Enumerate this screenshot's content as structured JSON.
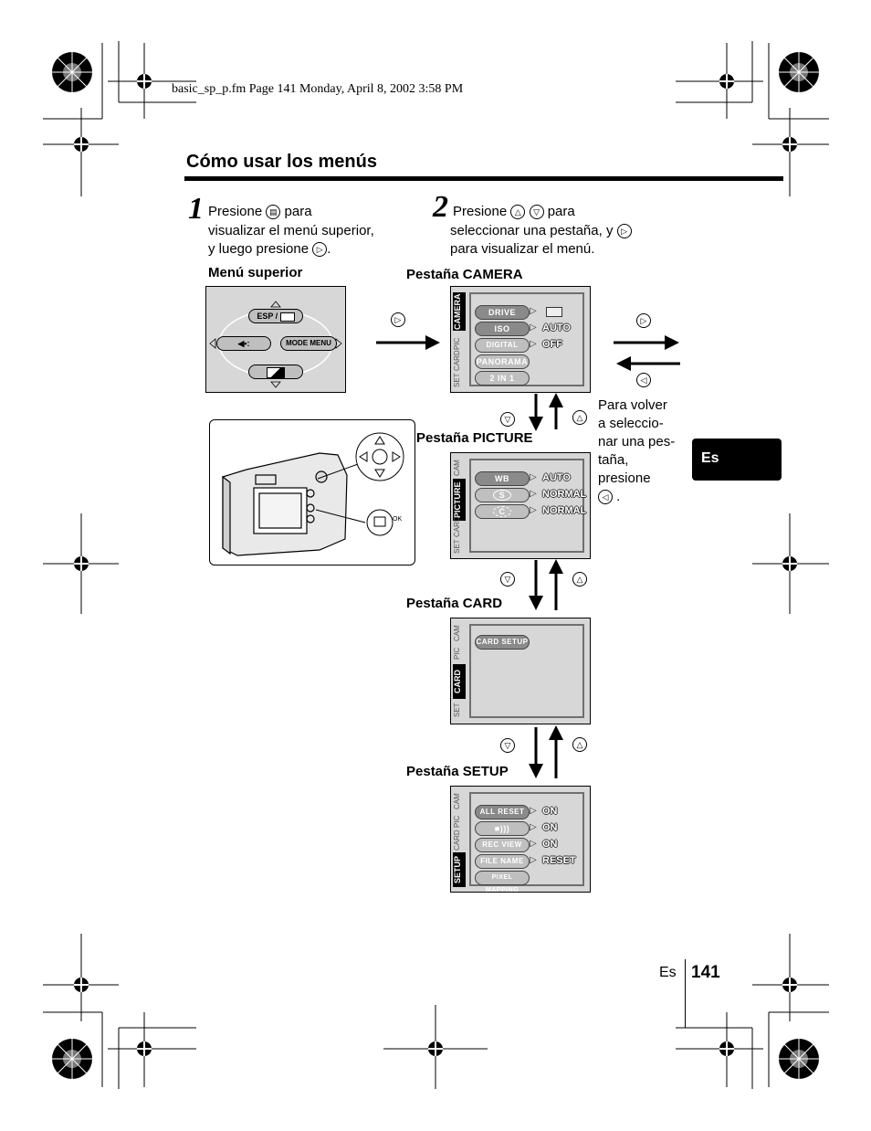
{
  "header": {
    "file_info": "basic_sp_p.fm  Page 141  Monday, April 8, 2002  3:58 PM"
  },
  "section_title": "Cómo usar los menús",
  "step1": {
    "number": "1",
    "line1_a": "Presione",
    "line1_b": "para",
    "line2": "visualizar el menú superior,",
    "line3": "y luego presione",
    "line3_end": "."
  },
  "step2": {
    "number": "2",
    "line1_a": "Presione",
    "line1_b": "para",
    "line2": "seleccionar una pestaña, y",
    "line3": "para visualizar el menú."
  },
  "top_menu": {
    "label": "Menú superior",
    "esp": "ESP /",
    "mode_menu": "MODE MENU",
    "left_item": "◀▪:"
  },
  "camera_tab": {
    "label": "Pestaña CAMERA",
    "tab_label": "CAMERA",
    "rows": [
      {
        "name": "DRIVE",
        "value": ""
      },
      {
        "name": "ISO",
        "value": "AUTO"
      },
      {
        "name": "DIGITAL ZOOM",
        "value": "OFF"
      },
      {
        "name": "PANORAMA",
        "value": ""
      },
      {
        "name": "2  IN  1",
        "value": ""
      }
    ]
  },
  "picture_tab": {
    "label": "Pestaña PICTURE",
    "tab_label": "PICTURE",
    "rows": [
      {
        "name": "WB",
        "value": "AUTO"
      },
      {
        "name": "S",
        "value": "NORMAL"
      },
      {
        "name": "C",
        "value": "NORMAL"
      }
    ]
  },
  "card_tab": {
    "label": "Pestaña CARD",
    "tab_label": "CARD",
    "rows": [
      {
        "name": "CARD SETUP",
        "value": ""
      }
    ]
  },
  "setup_tab": {
    "label": "Pestaña SETUP",
    "tab_label": "SETUP",
    "rows": [
      {
        "name": "ALL  RESET",
        "value": "ON"
      },
      {
        "name": "■)))",
        "value": "ON"
      },
      {
        "name": "REC  VIEW",
        "value": "ON"
      },
      {
        "name": "FILE  NAME",
        "value": "RESET"
      },
      {
        "name": "PIXEL MAPPING",
        "value": ""
      }
    ]
  },
  "side_tabs_small": {
    "cam": "CAM",
    "pic": "PIC",
    "card": "CARD",
    "set": "SET"
  },
  "return_note": {
    "lines": [
      "Para volver",
      "a seleccio-",
      "nar una pes-",
      "taña,",
      "presione"
    ],
    "end": "."
  },
  "lang_tab": "Es",
  "footer": {
    "lang": "Es",
    "page": "141"
  },
  "icons": {
    "ok": "OK",
    "right": "▷",
    "left": "◁",
    "up": "△",
    "down": "▽"
  }
}
